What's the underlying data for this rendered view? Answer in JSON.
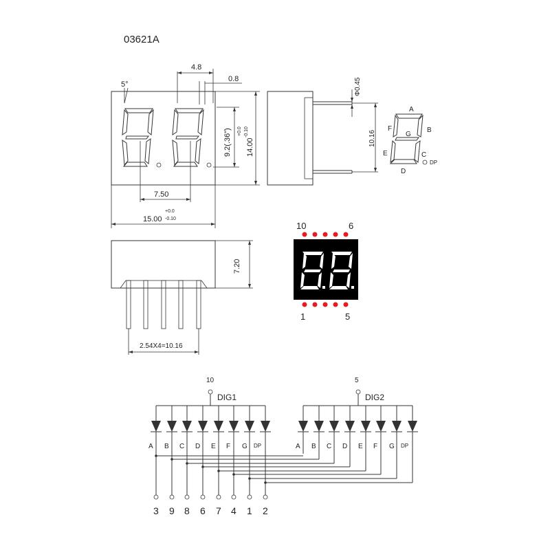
{
  "part_number": "03621A",
  "front_view": {
    "dim_digit_pitch": "4.8",
    "dim_seg_width": "0.8",
    "dim_slant": "5°",
    "dim_digit_height": "9.2(.36\")",
    "dim_body_height": "14.00",
    "dim_body_height_tol_plus": "+0.0",
    "dim_body_height_tol_minus": "-0.10",
    "dim_digit_spacing": "7.50",
    "dim_body_width": "15.00",
    "dim_body_width_tol_plus": "+0.0",
    "dim_body_width_tol_minus": "-0.10"
  },
  "side_view": {
    "dim_pin_diameter": "Φ0.45",
    "dim_pin_span": "10.16"
  },
  "bottom_view": {
    "dim_height": "7.20",
    "dim_pin_pitch": "2.54X4=10.16"
  },
  "segment_legend": {
    "labels": [
      "A",
      "B",
      "C",
      "D",
      "E",
      "F",
      "G"
    ],
    "dp_label": "DP"
  },
  "pinout_photo": {
    "top_left_pin": "10",
    "top_right_pin": "6",
    "bottom_left_pin": "1",
    "bottom_right_pin": "5",
    "pin_color": "#e02020",
    "body_color": "#000000"
  },
  "schematic": {
    "dig1": {
      "label": "DIG1",
      "pin": "10"
    },
    "dig2": {
      "label": "DIG2",
      "pin": "5"
    },
    "segments": [
      "A",
      "B",
      "C",
      "D",
      "E",
      "F",
      "G",
      "DP"
    ],
    "pins": [
      "3",
      "9",
      "8",
      "6",
      "7",
      "4",
      "1",
      "2"
    ]
  }
}
